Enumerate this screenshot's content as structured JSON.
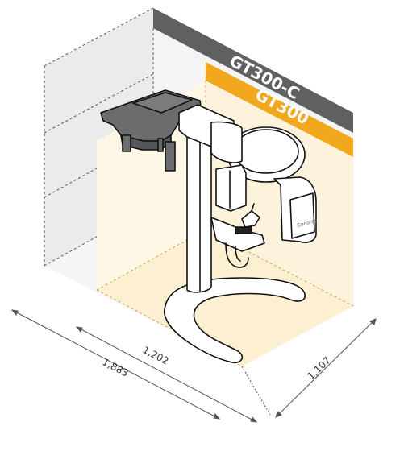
{
  "models": {
    "large": {
      "label": "GT300-C",
      "color": "#5f6062"
    },
    "small": {
      "label": "GT300",
      "color": "#f1a81d"
    }
  },
  "dimensions": {
    "outer_width": "1,883",
    "inner_width": "1,202",
    "depth": "1,107"
  },
  "device": {
    "brand_label": "Genoray"
  },
  "colors": {
    "small_footprint": "#fdf3dc",
    "large_footprint": "#ebebeb",
    "head_unit": "#6b6c6e",
    "outline": "#111111"
  }
}
